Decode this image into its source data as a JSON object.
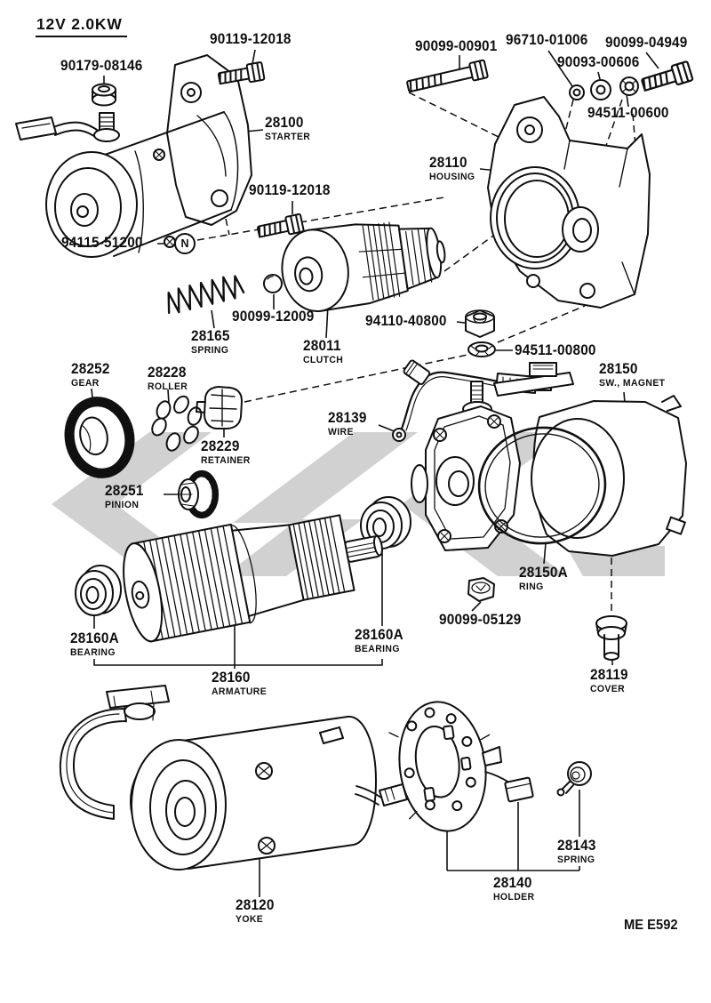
{
  "diagram": {
    "title": "12V 2.0KW",
    "footer_code": "ME E592",
    "note_symbol": "N",
    "colors": {
      "ink": "#101010",
      "background": "#ffffff",
      "watermark": "#c9c9c9"
    },
    "watermark_present": true,
    "labels": [
      {
        "id": "90119-12018-a",
        "number": "90119-12018",
        "caption": ""
      },
      {
        "id": "90179-08146",
        "number": "90179-08146",
        "caption": ""
      },
      {
        "id": "28100",
        "number": "28100",
        "caption": "STARTER"
      },
      {
        "id": "90099-00901",
        "number": "90099-00901",
        "caption": ""
      },
      {
        "id": "96710-01006",
        "number": "96710-01006",
        "caption": ""
      },
      {
        "id": "90099-04949",
        "number": "90099-04949",
        "caption": ""
      },
      {
        "id": "90093-00606",
        "number": "90093-00606",
        "caption": ""
      },
      {
        "id": "94511-00600",
        "number": "94511-00600",
        "caption": ""
      },
      {
        "id": "28110",
        "number": "28110",
        "caption": "HOUSING"
      },
      {
        "id": "90119-12018-b",
        "number": "90119-12018",
        "caption": ""
      },
      {
        "id": "94115-51200",
        "number": "94115-51200",
        "caption": ""
      },
      {
        "id": "90099-12009",
        "number": "90099-12009",
        "caption": ""
      },
      {
        "id": "28165",
        "number": "28165",
        "caption": "SPRING"
      },
      {
        "id": "28011",
        "number": "28011",
        "caption": "CLUTCH"
      },
      {
        "id": "94110-40800",
        "number": "94110-40800",
        "caption": ""
      },
      {
        "id": "94511-00800",
        "number": "94511-00800",
        "caption": ""
      },
      {
        "id": "28252",
        "number": "28252",
        "caption": "GEAR"
      },
      {
        "id": "28228",
        "number": "28228",
        "caption": "ROLLER"
      },
      {
        "id": "28229",
        "number": "28229",
        "caption": "RETAINER"
      },
      {
        "id": "28139",
        "number": "28139",
        "caption": "WIRE"
      },
      {
        "id": "28150",
        "number": "28150",
        "caption": "SW., MAGNET"
      },
      {
        "id": "28251",
        "number": "28251",
        "caption": "PINION"
      },
      {
        "id": "28150A",
        "number": "28150A",
        "caption": "RING"
      },
      {
        "id": "90099-05129",
        "number": "90099-05129",
        "caption": ""
      },
      {
        "id": "28160A-left",
        "number": "28160A",
        "caption": "BEARING"
      },
      {
        "id": "28160A-right",
        "number": "28160A",
        "caption": "BEARING"
      },
      {
        "id": "28160",
        "number": "28160",
        "caption": "ARMATURE"
      },
      {
        "id": "28119",
        "number": "28119",
        "caption": "COVER"
      },
      {
        "id": "28143",
        "number": "28143",
        "caption": "SPRING"
      },
      {
        "id": "28140",
        "number": "28140",
        "caption": "HOLDER"
      },
      {
        "id": "28120",
        "number": "28120",
        "caption": "YOKE"
      }
    ]
  }
}
